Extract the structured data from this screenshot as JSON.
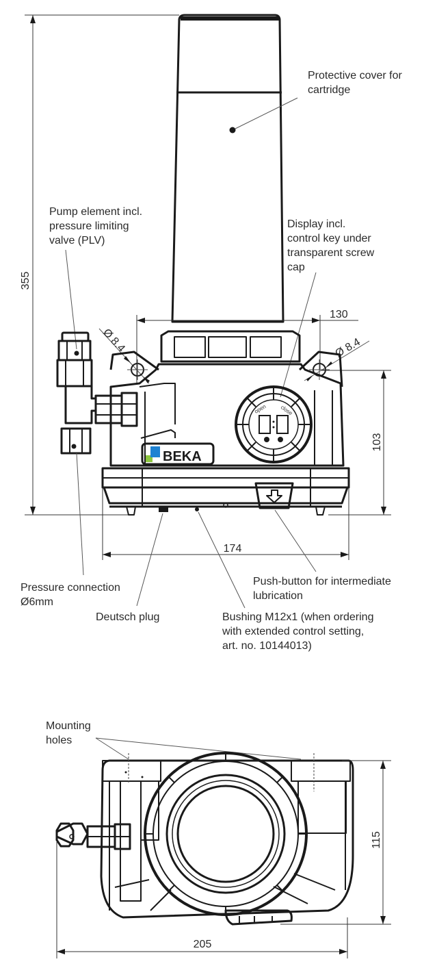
{
  "diagram": {
    "subject": "BEKA lubrication pump dimensional drawing",
    "brand_logo": {
      "text": "BEKA",
      "colors": {
        "blue": "#1e82d2",
        "green": "#8cc63f"
      }
    },
    "front_view": {
      "labels": {
        "protective_cover": [
          "Protective cover for",
          "cartridge"
        ],
        "pump_element": [
          "Pump element incl.",
          "pressure limiting",
          "valve (PLV)"
        ],
        "display": [
          "Display incl.",
          "control key under",
          "transparent screw",
          "cap"
        ],
        "pressure_connection": [
          "Pressure connection",
          "Ø6mm"
        ],
        "deutsch_plug": [
          "Deutsch plug"
        ],
        "push_button": [
          "Push-button for intermediate",
          "lubrication"
        ],
        "bushing": [
          "Bushing M12x1 (when ordering",
          "with extended control setting,",
          "art. no. 10144013)"
        ]
      },
      "display_text": {
        "open": "open",
        "close": "close"
      },
      "dimensions": {
        "total_height": "355",
        "width_cartridge": "130",
        "hole_left": "Ø 8.4",
        "hole_right": "Ø 8.4",
        "base_height": "103",
        "base_width": "174"
      }
    },
    "top_view": {
      "labels": {
        "mounting_holes": [
          "Mounting",
          "holes"
        ]
      },
      "dimensions": {
        "depth": "115",
        "total_width": "205"
      }
    }
  }
}
